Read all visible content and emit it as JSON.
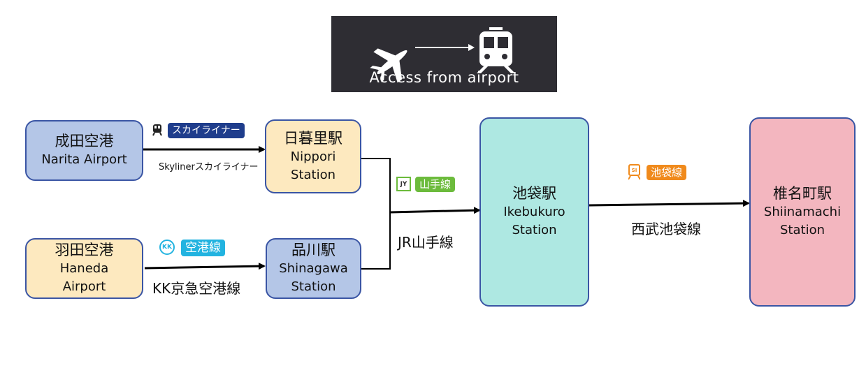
{
  "banner": {
    "text": "Access from airport"
  },
  "nodes": {
    "narita": {
      "jp": "成田空港",
      "en": "Narita Airport"
    },
    "haneda": {
      "jp": "羽田空港",
      "en1": "Haneda",
      "en2": "Airport"
    },
    "nippori": {
      "jp": "日暮里駅",
      "en1": "Nippori",
      "en2": "Station"
    },
    "shinagawa": {
      "jp": "品川駅",
      "en1": "Shinagawa",
      "en2": "Station"
    },
    "ikebukuro": {
      "jp": "池袋駅",
      "en1": "Ikebukuro",
      "en2": "Station"
    },
    "shiinamachi": {
      "jp": "椎名町駅",
      "en1": "Shiinamachi",
      "en2": "Station"
    }
  },
  "routes": {
    "skyliner": {
      "badge": "スカイライナー",
      "label": "Skylinerスカイライナー",
      "color": "#1f3d8c"
    },
    "keikyu": {
      "badge": "空港線",
      "label": "KK京急空港線",
      "icon_text": "KK",
      "color": "#22b3e0"
    },
    "yamanote": {
      "badge": "山手線",
      "label": "JR山手線",
      "icon_text": "JY",
      "color": "#6cbb3c"
    },
    "seibu": {
      "badge": "池袋線",
      "label": "西武池袋線",
      "icon_text": "SI",
      "color": "#f08a1c"
    }
  },
  "icons": [
    "airplane-icon",
    "arrow-icon",
    "train-icon",
    "train-small-icon"
  ]
}
